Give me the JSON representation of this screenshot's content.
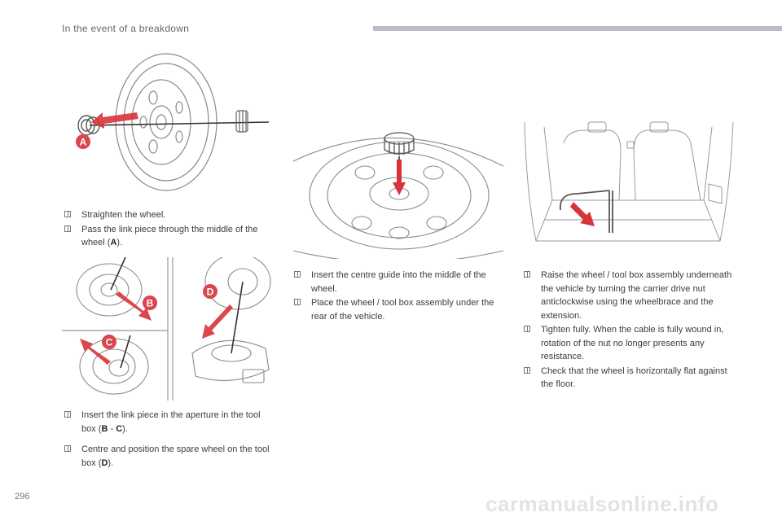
{
  "header": {
    "title": "In the event of a breakdown"
  },
  "colors": {
    "accent_bar": "#b8bccb",
    "label_badge": "#d94550",
    "arrow_red": "#d8323a"
  },
  "figures": {
    "spare_wheel_side": {
      "label": "A"
    },
    "tool_box_insert": {
      "labels": [
        "B",
        "C",
        "D"
      ]
    },
    "centre_guide": {},
    "boot_interior": {}
  },
  "section_1": {
    "steps": [
      {
        "text": "Straighten the wheel."
      },
      {
        "text_before": "Pass the link piece through the middle of the wheel (",
        "bold": "A",
        "text_after": ")."
      }
    ]
  },
  "section_2": {
    "steps": [
      {
        "text_before": "Insert the link piece in the aperture in the tool box (",
        "bold1": "B",
        "sep": " - ",
        "bold2": "C",
        "text_after": ")."
      },
      {
        "text_before": "Centre and position the spare wheel on the tool box (",
        "bold": "D",
        "text_after": ")."
      }
    ]
  },
  "section_3": {
    "steps": [
      {
        "text": "Insert the centre guide into the middle of the wheel."
      },
      {
        "text": "Place the wheel / tool box assembly under the rear of the vehicle."
      }
    ]
  },
  "section_4": {
    "steps": [
      {
        "text": "Raise the wheel / tool box assembly underneath the vehicle by turning the carrier drive nut anticlockwise using the wheelbrace and the extension."
      },
      {
        "text": "Tighten fully. When the cable is fully wound in, rotation of the nut no longer presents any resistance."
      },
      {
        "text": "Check that the wheel is horizontally flat against the floor."
      }
    ]
  },
  "footer": {
    "page_number": "296",
    "watermark": "carmanualsonline.info"
  }
}
